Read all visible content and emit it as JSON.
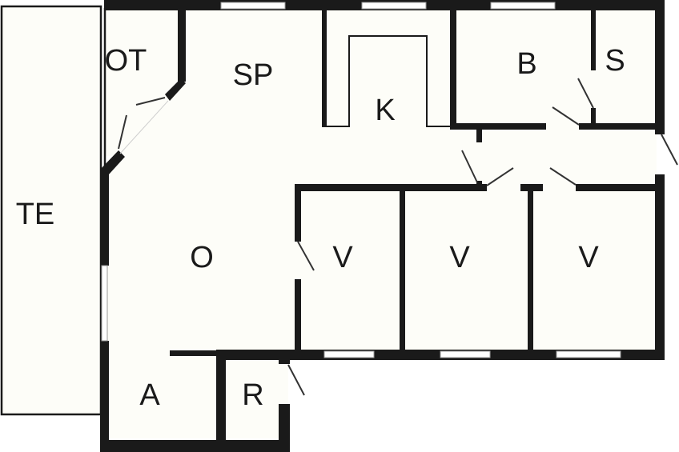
{
  "diagram": {
    "type": "floor-plan",
    "rooms": [
      {
        "id": "te",
        "label": "TE"
      },
      {
        "id": "ot",
        "label": "OT"
      },
      {
        "id": "sp",
        "label": "SP"
      },
      {
        "id": "k",
        "label": "K"
      },
      {
        "id": "b",
        "label": "B"
      },
      {
        "id": "s",
        "label": "S"
      },
      {
        "id": "o",
        "label": "O"
      },
      {
        "id": "v1",
        "label": "V"
      },
      {
        "id": "v2",
        "label": "V"
      },
      {
        "id": "v3",
        "label": "V"
      },
      {
        "id": "a",
        "label": "A"
      },
      {
        "id": "r",
        "label": "R"
      }
    ],
    "colors": {
      "wall": "#1a1a1a",
      "floor": "#fdfdf8",
      "background": "#ffffff"
    }
  }
}
